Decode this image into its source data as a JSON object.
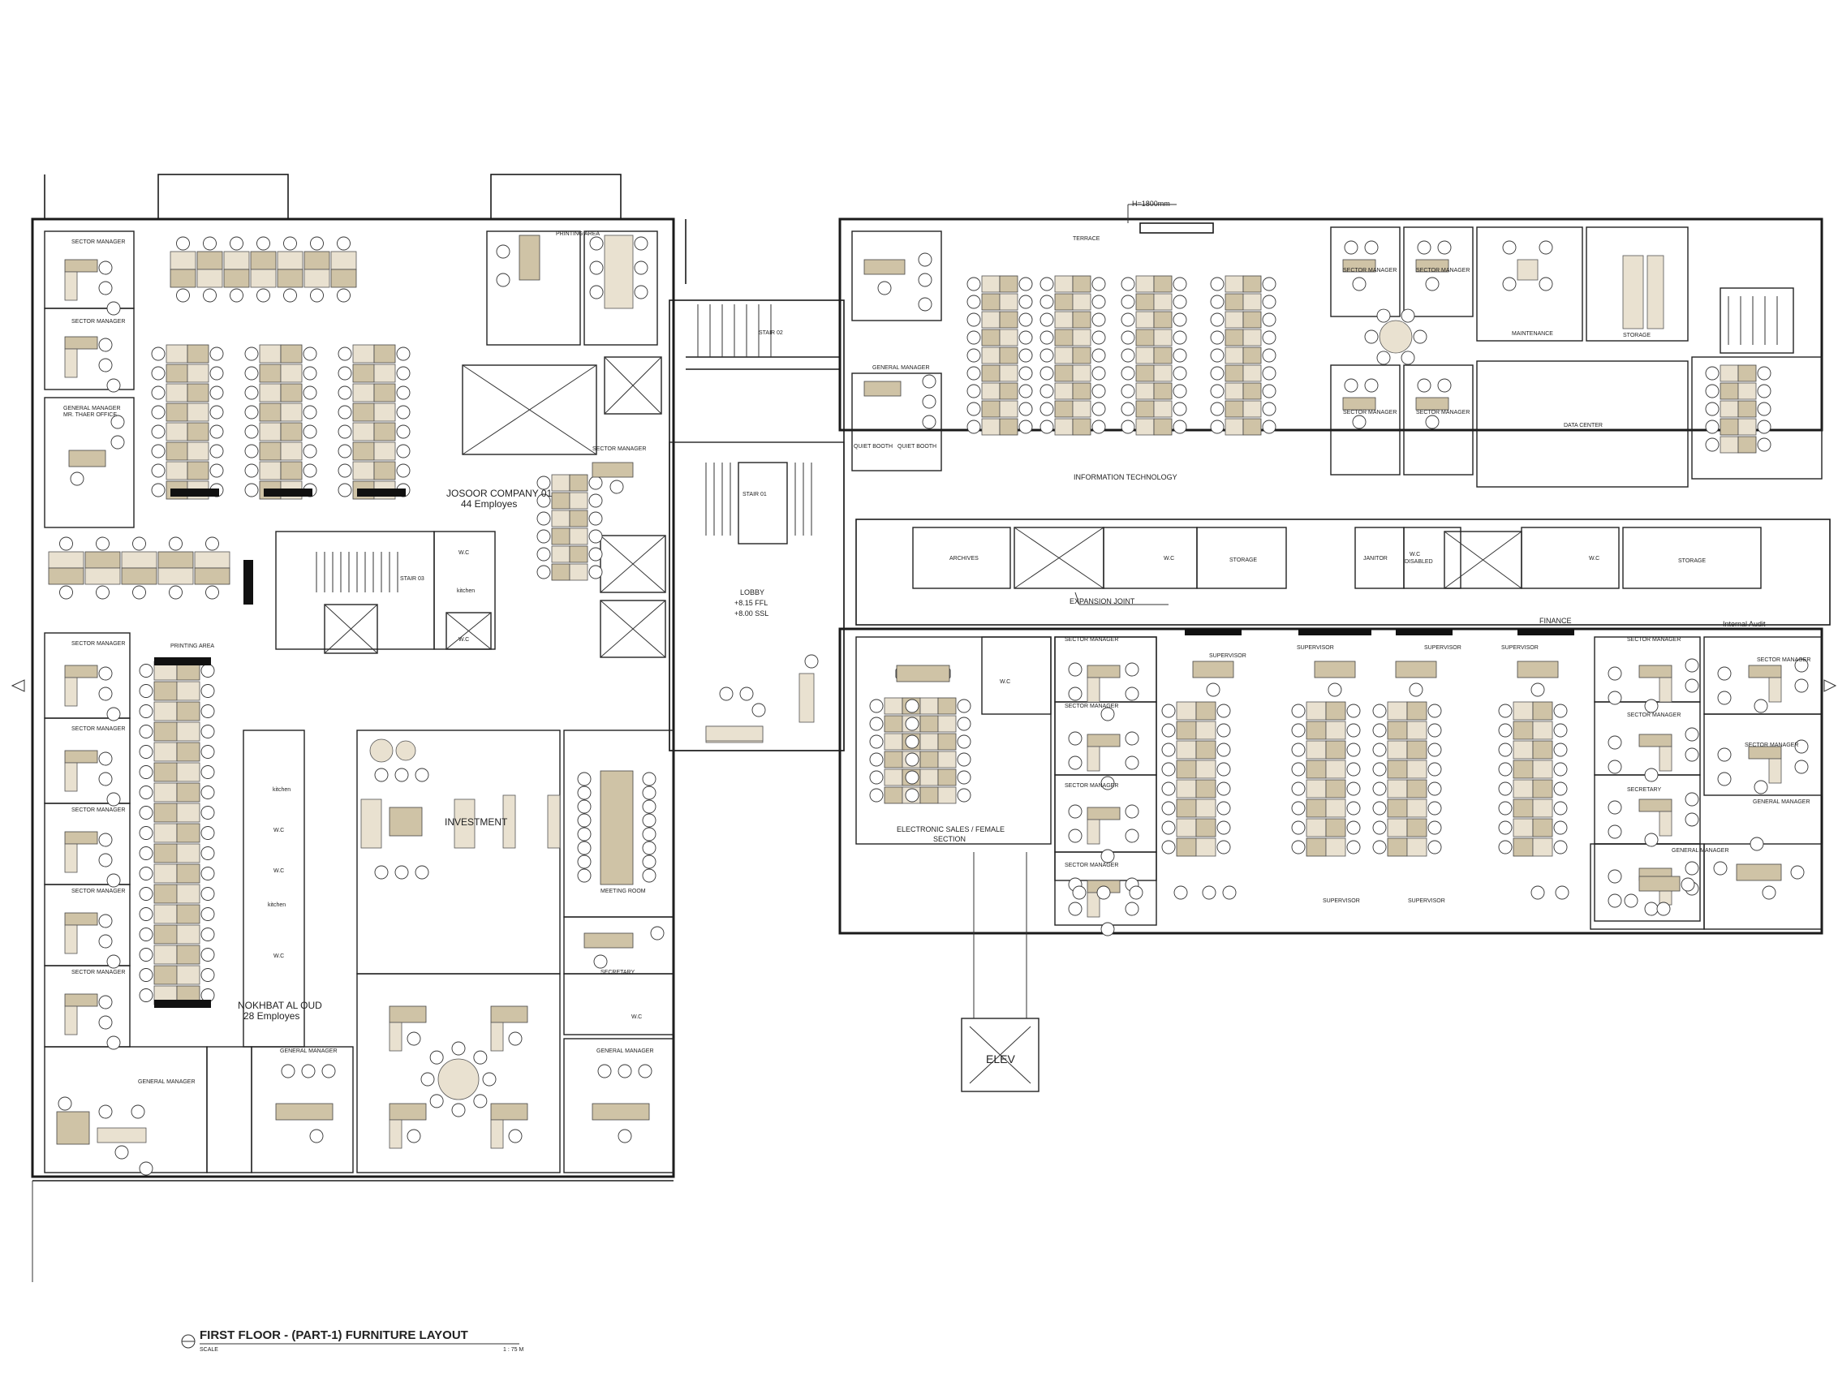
{
  "drawing": {
    "title": "FIRST FLOOR - (PART-1) FURNITURE LAYOUT",
    "scale_label": "SCALE",
    "scale_value": "1 : 75 M",
    "height_note": "H=1800mm",
    "expansion_joint": "EXPANSION JOINT"
  },
  "levels": {
    "ffl": "+8.15 FFL",
    "ssl": "+8.00 SSL"
  },
  "zones": {
    "josoor_name": "JOSOOR COMPANY 01",
    "josoor_count": "44 Employes",
    "nokhbat_name": "NOKHBAT AL OUD",
    "nokhbat_count": "28 Employes",
    "investment": "INVESTMENT",
    "it": "INFORMATION TECHNOLOGY",
    "electronic_1": "ELECTRONIC SALES / FEMALE",
    "electronic_2": "SECTION",
    "finance": "FINANCE",
    "internal_audit": "Internal Audit"
  },
  "rooms": {
    "lobby": "LOBBY",
    "stair01": "STAIR 01",
    "stair02": "STAIR 02",
    "stair03": "STAIR 03",
    "maintenance": "MAINTENANCE",
    "storage": "STORAGE",
    "data_center": "DATA CENTER",
    "archives": "ARCHIVES",
    "wc": "W.C",
    "wc_disabled_1": "W.C",
    "wc_disabled_2": "DISABLED",
    "janitor": "JANITOR",
    "elev": "ELEV",
    "kitchen": "kitchen",
    "printing_area": "PRINTING AREA",
    "meeting_room": "MEETING ROOM",
    "secretary": "SECRETARY",
    "general_manager": "GENERAL MANAGER",
    "gm_office_1": "GENERAL MANAGER",
    "gm_office_2": "MR. THAER OFFICE",
    "sector_manager": "SECTOR MANAGER",
    "supervisor": "SUPERVISOR",
    "terrace": "TERRACE",
    "quiet_booth": "QUIET BOOTH"
  }
}
